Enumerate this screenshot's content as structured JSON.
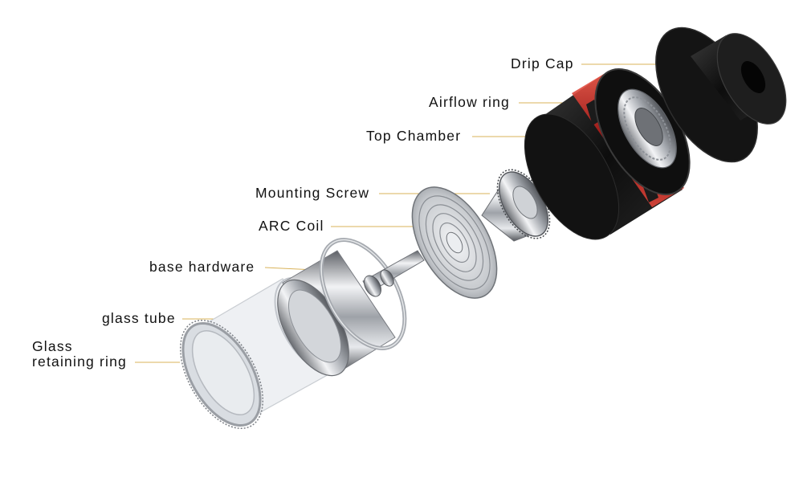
{
  "labels": {
    "drip_cap": "Drip Cap",
    "airflow_ring": "Airflow ring",
    "top_chamber": "Top Chamber",
    "mounting_screw": "Mounting Screw",
    "arc_coil": "ARC Coil",
    "base_hardware": "base hardware",
    "glass_tube": "glass tube",
    "glass_retaining_ring_line1": "Glass",
    "glass_retaining_ring_line2": "retaining ring"
  },
  "colors": {
    "leader_line": "#d9b35a",
    "label_text": "#111111",
    "anodized_black": "#1a1a1a",
    "airflow_red": "#c62222",
    "steel": "#b9bcc1",
    "glass": "#dfe3e8"
  }
}
